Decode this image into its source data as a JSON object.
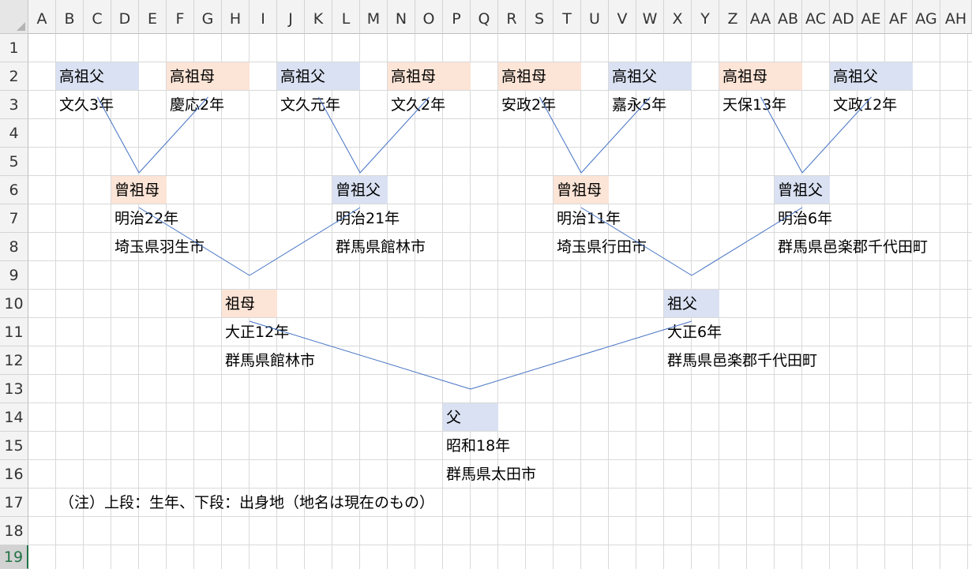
{
  "sheet": {
    "columns": [
      "A",
      "B",
      "C",
      "D",
      "E",
      "F",
      "G",
      "H",
      "I",
      "J",
      "K",
      "L",
      "M",
      "N",
      "O",
      "P",
      "Q",
      "R",
      "S",
      "T",
      "U",
      "V",
      "W",
      "X",
      "Y",
      "Z",
      "AA",
      "AB",
      "AC",
      "AD",
      "AE",
      "AF",
      "AG",
      "AH"
    ],
    "rows": [
      "1",
      "2",
      "3",
      "4",
      "5",
      "6",
      "7",
      "8",
      "9",
      "10",
      "11",
      "12",
      "13",
      "14",
      "15",
      "16",
      "17",
      "18",
      "19"
    ],
    "selected_row": "19"
  },
  "colors": {
    "male_fill": "#d9e1f2",
    "female_fill": "#fce4d6",
    "line": "#4472c4"
  },
  "tree": {
    "great_great": [
      {
        "id": "gg1",
        "col": "B",
        "span": 3,
        "role": "高祖父",
        "year": "文久3年",
        "gender": "male"
      },
      {
        "id": "gg2",
        "col": "F",
        "span": 3,
        "role": "高祖母",
        "year": "慶応2年",
        "gender": "female"
      },
      {
        "id": "gg3",
        "col": "J",
        "span": 3,
        "role": "高祖父",
        "year": "文久元年",
        "gender": "male"
      },
      {
        "id": "gg4",
        "col": "N",
        "span": 3,
        "role": "高祖母",
        "year": "文久2年",
        "gender": "female"
      },
      {
        "id": "gg5",
        "col": "R",
        "span": 3,
        "role": "高祖母",
        "year": "安政2年",
        "gender": "female"
      },
      {
        "id": "gg6",
        "col": "V",
        "span": 3,
        "role": "高祖父",
        "year": "嘉永5年",
        "gender": "male"
      },
      {
        "id": "gg7",
        "col": "Z",
        "span": 3,
        "role": "高祖母",
        "year": "天保13年",
        "gender": "female"
      },
      {
        "id": "gg8",
        "col": "AD",
        "span": 3,
        "role": "高祖父",
        "year": "文政12年",
        "gender": "male"
      }
    ],
    "great": [
      {
        "id": "g1",
        "col": "D",
        "span": 2,
        "role": "曾祖母",
        "year": "明治22年",
        "place": "埼玉県羽生市",
        "gender": "female"
      },
      {
        "id": "g2",
        "col": "L",
        "span": 2,
        "role": "曾祖父",
        "year": "明治21年",
        "place": "群馬県館林市",
        "gender": "male"
      },
      {
        "id": "g3",
        "col": "T",
        "span": 2,
        "role": "曾祖母",
        "year": "明治11年",
        "place": "埼玉県行田市",
        "gender": "female"
      },
      {
        "id": "g4",
        "col": "AB",
        "span": 2,
        "role": "曾祖父",
        "year": "明治6年",
        "place": "群馬県邑楽郡千代田町",
        "gender": "male"
      }
    ],
    "grand": [
      {
        "id": "p1",
        "col": "H",
        "span": 2,
        "role": "祖母",
        "year": "大正12年",
        "place": "群馬県館林市",
        "gender": "female"
      },
      {
        "id": "p2",
        "col": "X",
        "span": 2,
        "role": "祖父",
        "year": "大正6年",
        "place": "群馬県邑楽郡千代田町",
        "gender": "male"
      }
    ],
    "parent": {
      "id": "f1",
      "col": "P",
      "span": 2,
      "role": "父",
      "year": "昭和18年",
      "place": "群馬県太田市",
      "gender": "male"
    }
  },
  "note": "（注）上段：生年、下段：出身地（地名は現在のもの）"
}
